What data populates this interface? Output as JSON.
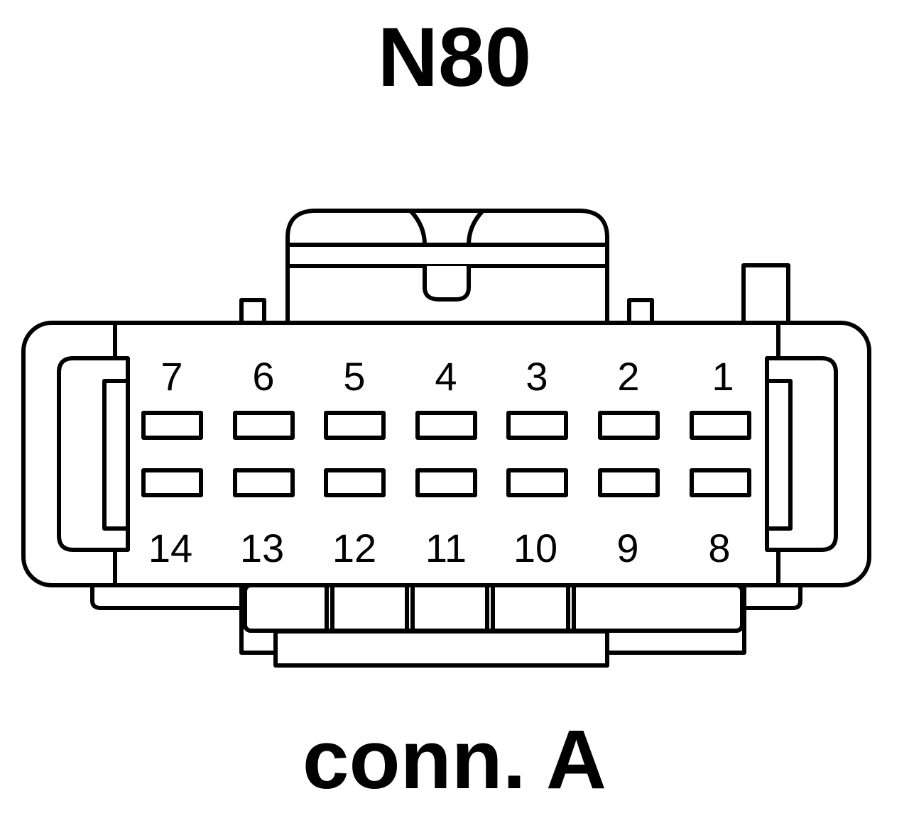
{
  "title": "N80",
  "subtitle": "conn. A",
  "pins_top": [
    "7",
    "6",
    "5",
    "4",
    "3",
    "2",
    "1"
  ],
  "pins_bottom": [
    "14",
    "13",
    "12",
    "11",
    "10",
    "9",
    "8"
  ]
}
